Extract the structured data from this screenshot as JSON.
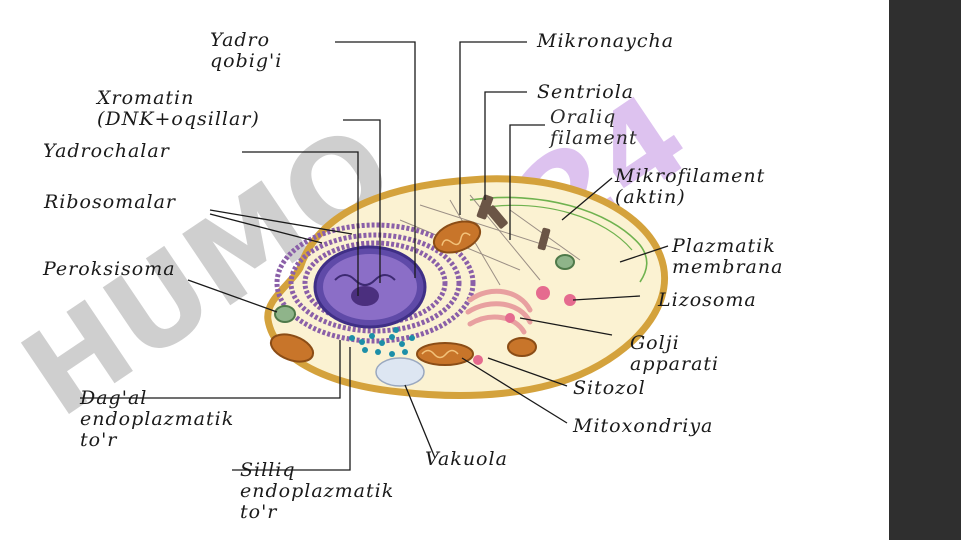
{
  "labels": {
    "yadro_qobigi": "Yadro\nqobig'i",
    "xromatin": "Xromatin\n(DNK+oqsillar)",
    "yadrochalar": "Yadrochalar",
    "ribosomalar": "Ribosomalar",
    "peroksisoma": "Peroksisoma",
    "dagal": "Dag'al\nendoplazmatik\nto'r",
    "silliq": "Silliq\nendoplazmatik\nto'r",
    "mikronaycha": "Mikronaycha",
    "sentriola": "Sentriola",
    "oraliq": "Oraliq\nfilament",
    "mikrofilament": "Mikrofilament\n(aktin)",
    "plazmatik": "Plazmatik\nmembrana",
    "lizosoma": "Lizosoma",
    "golji": "Golji\napparati",
    "sitozol": "Sitozol",
    "mitoxondriya": "Mitoxondriya",
    "vakuola": "Vakuola"
  },
  "watermark": "HUMO 24",
  "colors": {
    "sidebar": "#2f2f2f",
    "cell_membrane": "#d4a23c",
    "cytoplasm": "#fbf2d2",
    "nucleus": "#7a5ab0",
    "er": "#8a5fa8",
    "mitochondria": "#c8752a",
    "golgi": "#e8a0a0",
    "lysosome": "#e56b8f",
    "vacuole": "#dde6f2",
    "ribosome": "#1d8fa8",
    "peroxisome": "#8fb48a",
    "watermark_purple": "#c79be6",
    "watermark_gray": "#a8a8a8"
  }
}
